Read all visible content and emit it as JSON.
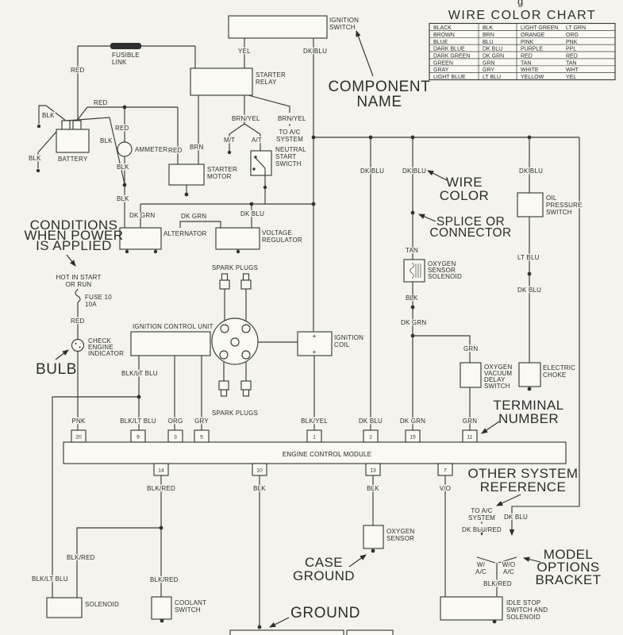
{
  "meta": {
    "paper_color": "#f4f3ec",
    "ink_color": "#2d2d2d"
  },
  "page": {
    "corner_fragment": "g"
  },
  "chart": {
    "title": "WIRE COLOR CHART",
    "rows": [
      [
        "BLACK",
        "BLK",
        "LIGHT GREEN",
        "LT GRN"
      ],
      [
        "BROWN",
        "BRN",
        "ORANGE",
        "ORG"
      ],
      [
        "BLUE",
        "BLU",
        "PINK",
        "PNK"
      ],
      [
        "DARK BLUE",
        "DK BLU",
        "PURPLE",
        "PPL"
      ],
      [
        "DARK GREEN",
        "DK GRN",
        "RED",
        "RED"
      ],
      [
        "GREEN",
        "GRN",
        "TAN",
        "TAN"
      ],
      [
        "GRAY",
        "GRY",
        "WHITE",
        "WHT"
      ],
      [
        "LIGHT BLUE",
        "LT BLU",
        "YELLOW",
        "YEL"
      ]
    ]
  },
  "wire": {
    "yel": "YEL",
    "dk_blu": "DK BLU",
    "red": "RED",
    "blk": "BLK",
    "brn": "BRN",
    "brn_yel": "BRN/YEL",
    "dk_grn": "DK GRN",
    "grn": "GRN",
    "tan": "TAN",
    "lt_blu": "LT BLU",
    "blk_lt_blu": "BLK/LT BLU",
    "pnk": "PNK",
    "org": "ORG",
    "gry": "GRY",
    "blk_yel": "BLK/YEL",
    "blk_red": "BLK/RED",
    "v_o": "V/O",
    "dk_blu_red": "DK BLU/RED"
  },
  "components": {
    "ignition_switch": [
      "IGNITION",
      "SWITCH"
    ],
    "starter_relay": [
      "STARTER",
      "RELAY"
    ],
    "fusible_link": [
      "FUSIBLE",
      "LINK"
    ],
    "battery": "BATTERY",
    "ammeter": "AMMETER",
    "starter_motor": [
      "STARTER",
      "MOTOR"
    ],
    "neutral_start_switch": [
      "NEUTRAL",
      "START",
      "SWICTH"
    ],
    "to_ac_system": [
      "TO A/C",
      "SYSTEM"
    ],
    "alternator": "ALTERNATOR",
    "voltage_regulator": [
      "VOLTAGE",
      "REGULATOR"
    ],
    "hot_in_start": [
      "HOT IN START",
      "OR RUN"
    ],
    "fuse": [
      "FUSE 10",
      "10A"
    ],
    "check_engine_indicator": [
      "CHECK",
      "ENGINE",
      "INDICATOR"
    ],
    "ignition_control_unit": "IGNITION CONTROL UNIT",
    "spark_plugs": "SPARK PLUGS",
    "ignition_coil": [
      "IGNITION",
      "COIL"
    ],
    "oil_pressure_switch": [
      "OIL",
      "PRESSURE",
      "SWITCH"
    ],
    "oxygen_sensor_solenoid": [
      "OXYGEN",
      "SENSOR",
      "SOLENOID"
    ],
    "oxygen_vacuum_delay_switch": [
      "OXYGEN",
      "VACUUM",
      "DELAY",
      "SWITCH"
    ],
    "electric_choke": [
      "ELECTRIC",
      "CHOKE"
    ],
    "engine_control_module": "ENGINE CONTROL MODULE",
    "oxygen_sensor": [
      "OXYGEN",
      "SENSOR"
    ],
    "solenoid": "SOLENOID",
    "coolant_switch": [
      "COOLANT",
      "SWITCH"
    ],
    "idle_stop": [
      "IDLE STOP",
      "SWITCH AND",
      "SOLENOID"
    ],
    "mt": "M/T",
    "at": "A/T",
    "w_ac": [
      "W/",
      "A/C"
    ],
    "wo_ac": [
      "W/O",
      "A/C"
    ]
  },
  "callouts": {
    "component_name": [
      "COMPONENT",
      "NAME"
    ],
    "wire_color": [
      "WIRE",
      "COLOR"
    ],
    "splice_or_connector": [
      "SPLICE OR",
      "CONNECTOR"
    ],
    "conditions": [
      "CONDITIONS",
      "WHEN POWER",
      "IS APPLIED"
    ],
    "bulb": "BULB",
    "terminal_number": [
      "TERMINAL",
      "NUMBER"
    ],
    "other_system_reference": [
      "OTHER SYSTEM",
      "REFERENCE"
    ],
    "model_options_bracket": [
      "MODEL",
      "OPTIONS",
      "BRACKET"
    ],
    "case_ground": [
      "CASE",
      "GROUND"
    ],
    "ground": "GROUND"
  },
  "terminals": {
    "top": [
      "20",
      "9",
      "3",
      "5",
      "1",
      "2",
      "15",
      "11"
    ],
    "bottom": [
      "14",
      "10",
      "13",
      "7"
    ]
  }
}
